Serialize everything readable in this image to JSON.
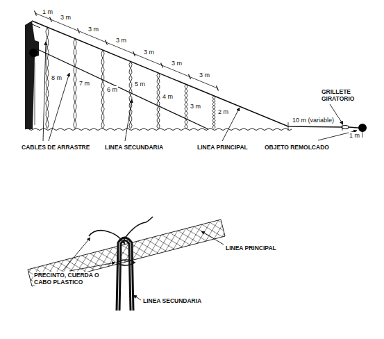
{
  "diagram": {
    "labels": [
      "1 m",
      "3 m",
      "3 m",
      "3 m",
      "3 m",
      "3 m",
      "3 m",
      "8 m",
      "7 m",
      "6 m",
      "5 m",
      "4 m",
      "3 m",
      "2 m",
      "GRILLETE GIRATORIO",
      "10 m (variable)",
      "1 m",
      "CABLES DE ARRASTRE",
      "LINEA SECUNDARIA",
      "LINEA PRINCIPAL",
      "OBJETO REMOLCADO",
      "LINEA PRINCIPAL",
      "PRECINTO, CUERDA O CABO PLASTICO",
      "LINEA SECUNDARIA"
    ]
  }
}
